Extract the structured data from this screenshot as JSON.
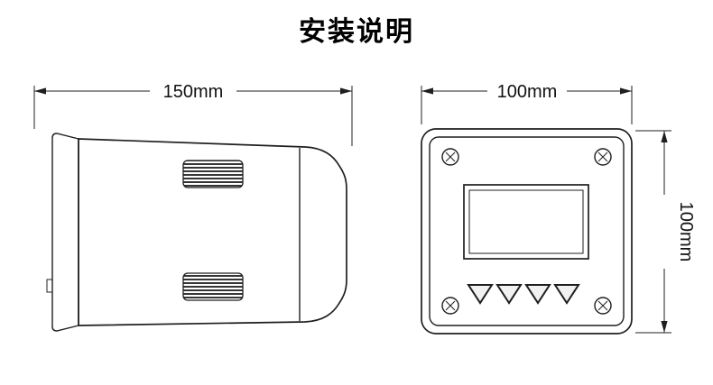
{
  "title": "安装说明",
  "dimensions": {
    "side_width": "150mm",
    "front_width": "100mm",
    "front_height": "100mm"
  },
  "colors": {
    "line": "#1f1f1f",
    "background": "#ffffff"
  }
}
